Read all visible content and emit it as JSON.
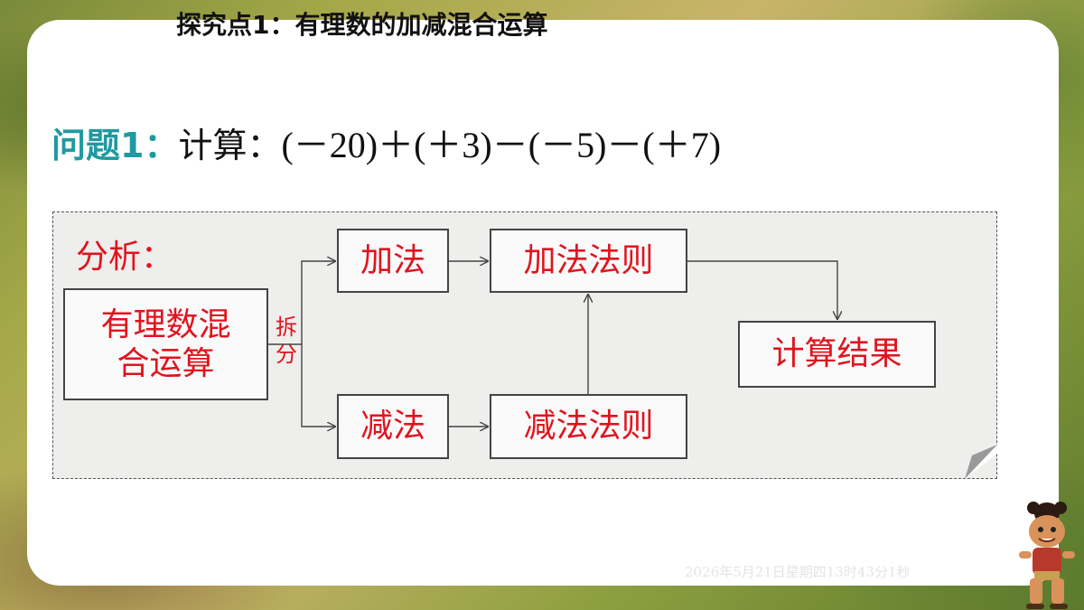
{
  "slide": {
    "title": "探究点1：有理数的加减混合运算",
    "question_label": "问题1：",
    "question_prefix": "计算：",
    "question_expr": "(－20)＋(＋3)－(－5)－(＋7)",
    "timestamp": "2026年5月21日星期四13时43分1秒"
  },
  "diagram": {
    "analysis_label": "分析：",
    "mixed_ops_line1": "有理数混",
    "mixed_ops_line2": "合运算",
    "split_line1": "拆",
    "split_line2": "分",
    "addition": "加法",
    "subtraction": "减法",
    "addition_rule": "加法法则",
    "subtraction_rule": "减法法则",
    "result": "计算结果"
  },
  "colors": {
    "accent_red": "#e0141e",
    "accent_teal": "#1f9aa0",
    "panel_bg": "#eeeeec"
  }
}
